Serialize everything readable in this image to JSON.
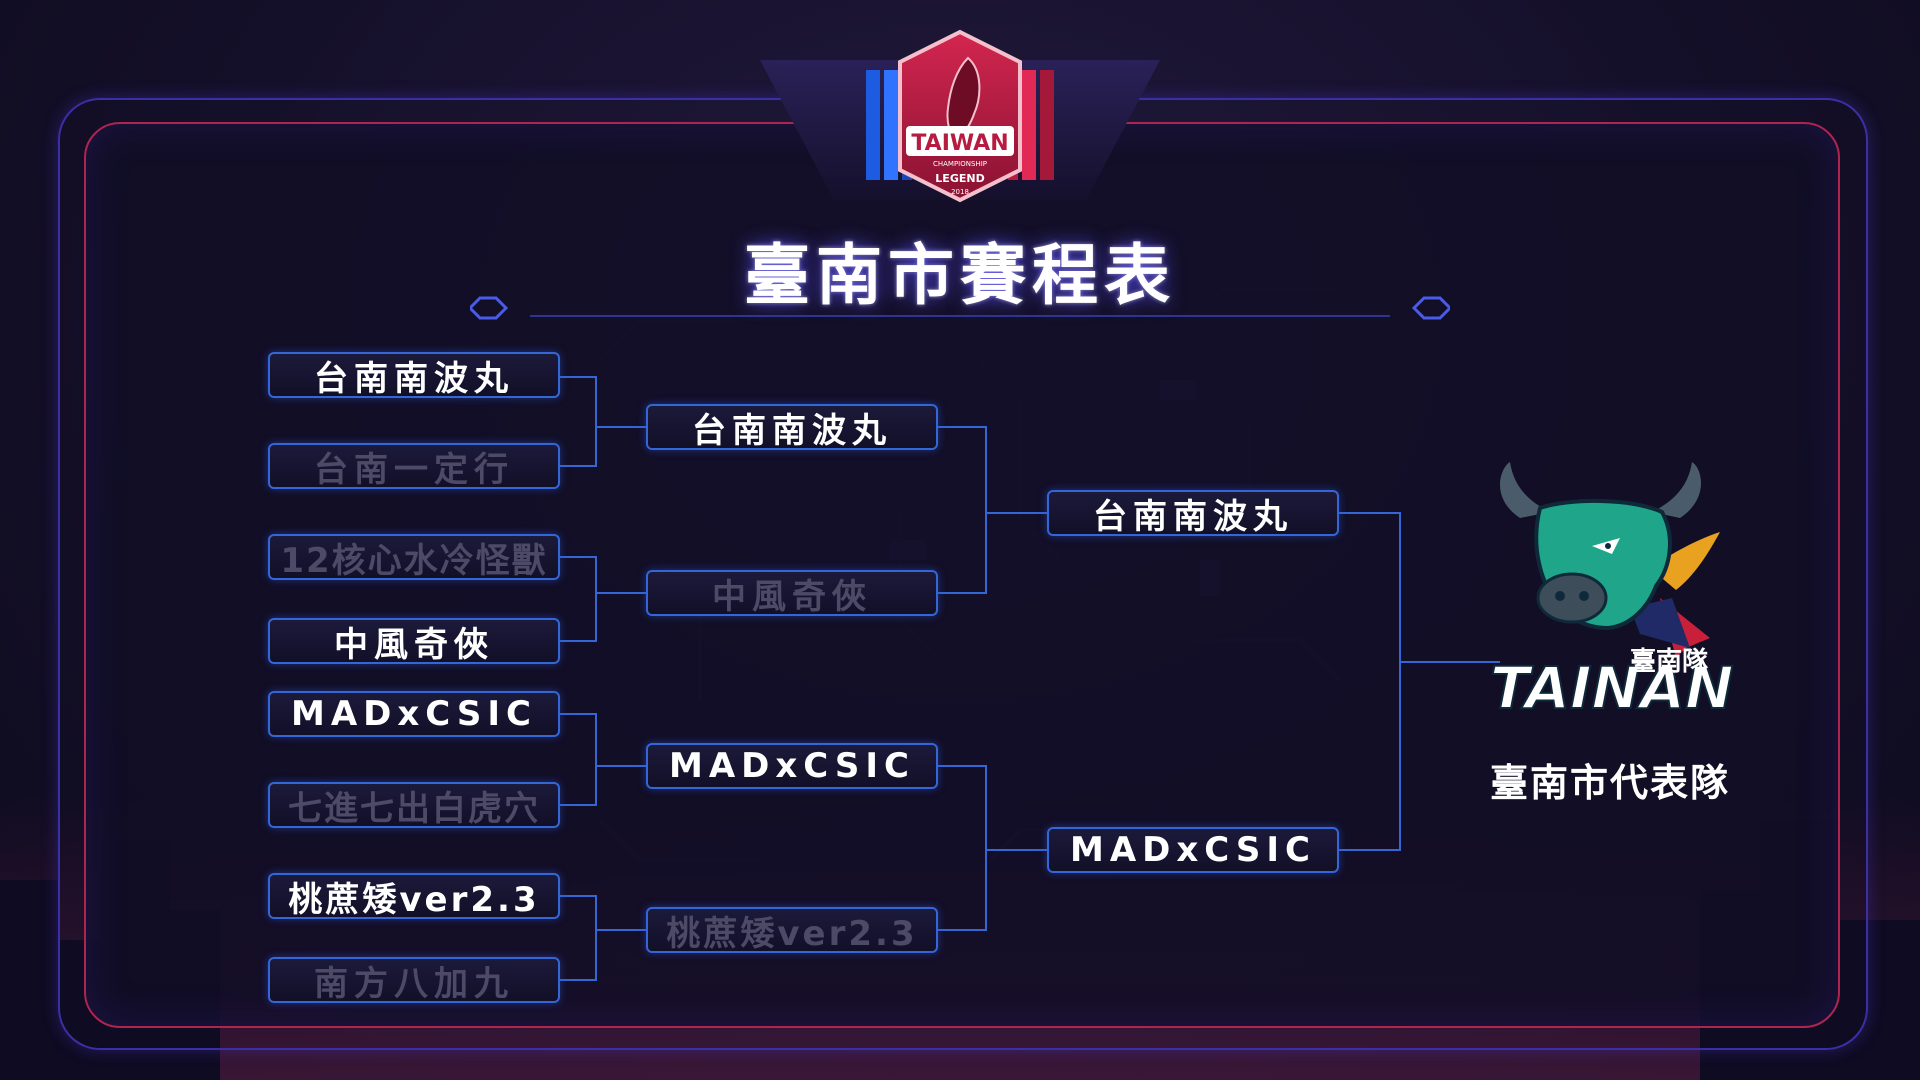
{
  "logo": {
    "line1": "TAIWAN",
    "line2": "CHAMPIONSHIP",
    "line3": "LEGEND",
    "year": "2018"
  },
  "title": "臺南市賽程表",
  "bracket": {
    "round1": [
      {
        "name": "台南南波丸",
        "winner": true
      },
      {
        "name": "台南一定行",
        "winner": false
      },
      {
        "name": "12核心水冷怪獸",
        "winner": false
      },
      {
        "name": "中風奇俠",
        "winner": true
      },
      {
        "name": "MADxCSIC",
        "winner": true
      },
      {
        "name": "七進七出白虎穴",
        "winner": false
      },
      {
        "name": "桃蔗矮ver2.3",
        "winner": true
      },
      {
        "name": "南方八加九",
        "winner": false
      }
    ],
    "round2": [
      {
        "name": "台南南波丸",
        "winner": true
      },
      {
        "name": "中風奇俠",
        "winner": false
      },
      {
        "name": "MADxCSIC",
        "winner": true
      },
      {
        "name": "桃蔗矮ver2.3",
        "winner": false
      }
    ],
    "round3": [
      {
        "name": "台南南波丸",
        "winner": false
      },
      {
        "name": "MADxCSIC",
        "winner": false
      }
    ]
  },
  "representative": {
    "logo_text": "TAINAN",
    "logo_subtext": "臺南隊",
    "label": "臺南市代表隊"
  },
  "colors": {
    "box_border": "#3566d6",
    "winner_text": "#ffffff",
    "loser_text": "#4d4a67",
    "frame_blue": "#3b2fa6",
    "frame_red": "#b02450",
    "mascot_green": "#1fa58a"
  }
}
